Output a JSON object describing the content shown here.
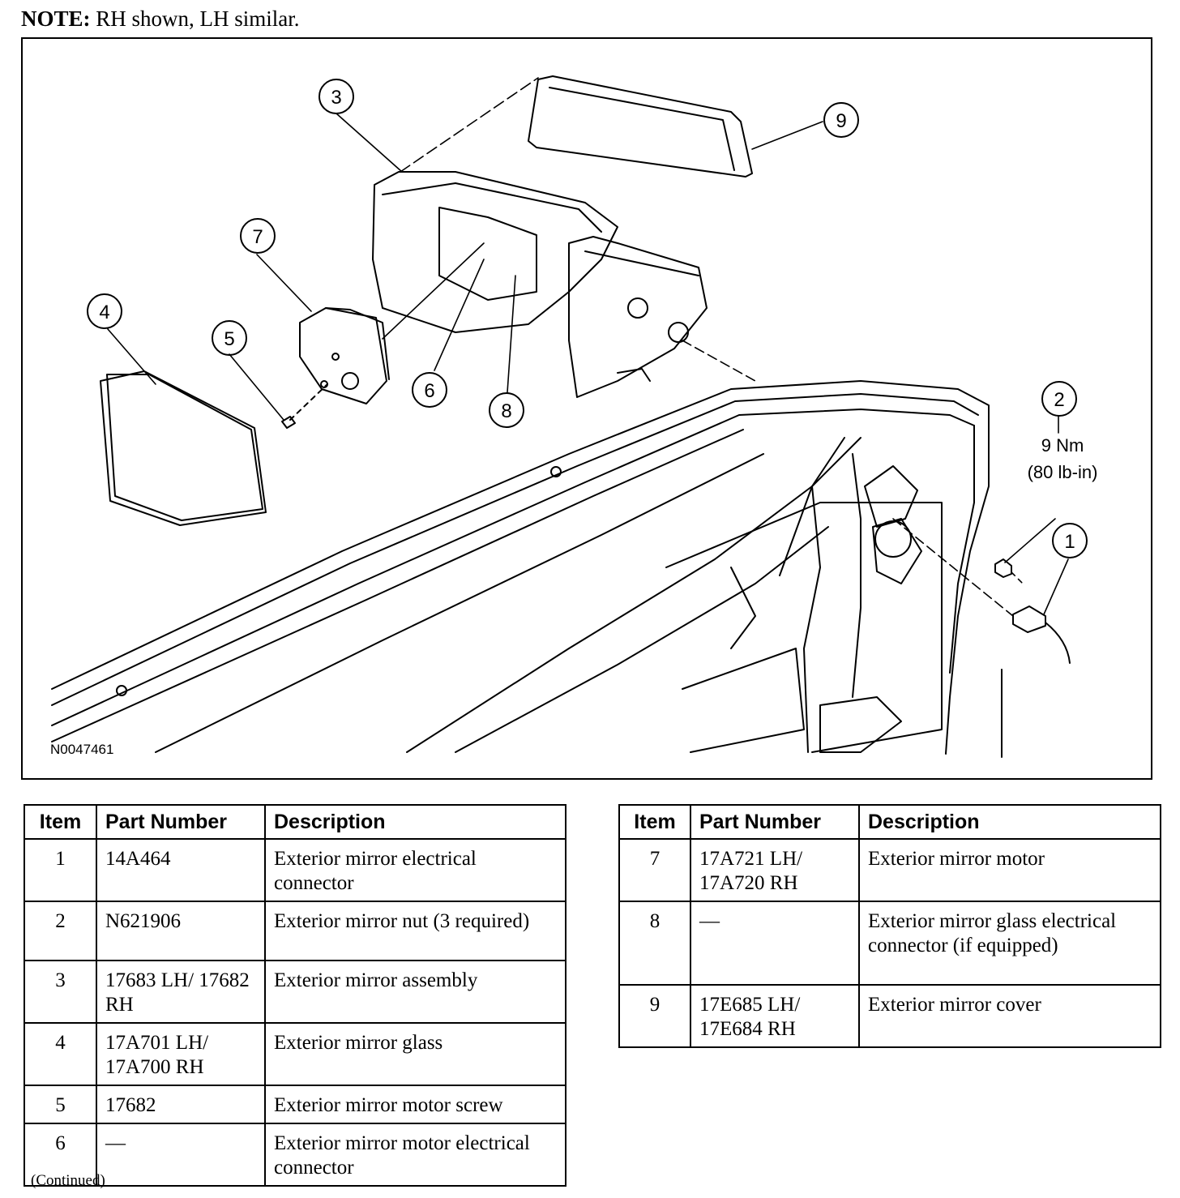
{
  "note": {
    "label": "NOTE:",
    "text": " RH shown, LH similar."
  },
  "figure": {
    "id_code": "N0047461",
    "callouts": [
      "1",
      "2",
      "3",
      "4",
      "5",
      "6",
      "7",
      "8",
      "9"
    ],
    "torque_value": "9 Nm",
    "torque_alt": "(80 lb-in)"
  },
  "table_headers": {
    "item": "Item",
    "part_number": "Part Number",
    "description": "Description"
  },
  "table_left": [
    {
      "item": "1",
      "part_number": "14A464",
      "description": "Exterior mirror electrical connector"
    },
    {
      "item": "2",
      "part_number": "N621906",
      "description": "Exterior mirror nut (3 required)"
    },
    {
      "item": "3",
      "part_number": "17683 LH/ 17682 RH",
      "description": "Exterior mirror assembly"
    },
    {
      "item": "4",
      "part_number": "17A701 LH/ 17A700 RH",
      "description": "Exterior mirror glass"
    },
    {
      "item": "5",
      "part_number": "17682",
      "description": "Exterior mirror motor screw"
    },
    {
      "item": "6",
      "part_number": "—",
      "description": "Exterior mirror motor electrical connector"
    }
  ],
  "table_right": [
    {
      "item": "7",
      "part_number": "17A721 LH/ 17A720 RH",
      "description": "Exterior mirror motor"
    },
    {
      "item": "8",
      "part_number": "—",
      "description": "Exterior mirror glass electrical connector (if equipped)"
    },
    {
      "item": "9",
      "part_number": "17E685 LH/ 17E684 RH",
      "description": "Exterior mirror cover"
    }
  ],
  "footer": {
    "continued": "(Continued)"
  }
}
